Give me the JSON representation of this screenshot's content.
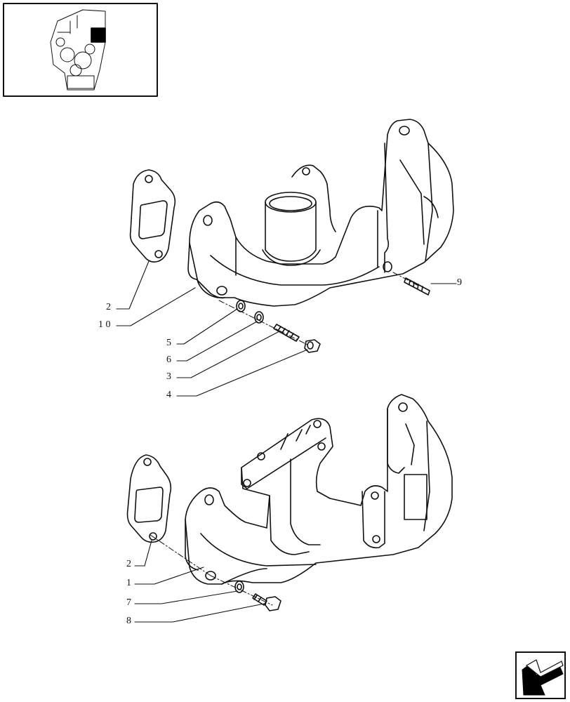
{
  "diagram": {
    "callouts_top": [
      {
        "id": "c-2a",
        "text": "2"
      },
      {
        "id": "c-10",
        "text": "1 0"
      },
      {
        "id": "c-5",
        "text": "5"
      },
      {
        "id": "c-6",
        "text": "6"
      },
      {
        "id": "c-3",
        "text": "3"
      },
      {
        "id": "c-4",
        "text": "4"
      },
      {
        "id": "c-9",
        "text": "9"
      }
    ],
    "callouts_bottom": [
      {
        "id": "c-2b",
        "text": "2"
      },
      {
        "id": "c-1",
        "text": "1"
      },
      {
        "id": "c-7",
        "text": "7"
      },
      {
        "id": "c-8",
        "text": "8"
      }
    ]
  },
  "colors": {
    "line": "#111111",
    "fill": "#ffffff",
    "thumb_fill": "#000000"
  },
  "icons": {
    "thumbnail": "engine-locator-thumbnail",
    "nav": "next-page-arrow-icon"
  }
}
